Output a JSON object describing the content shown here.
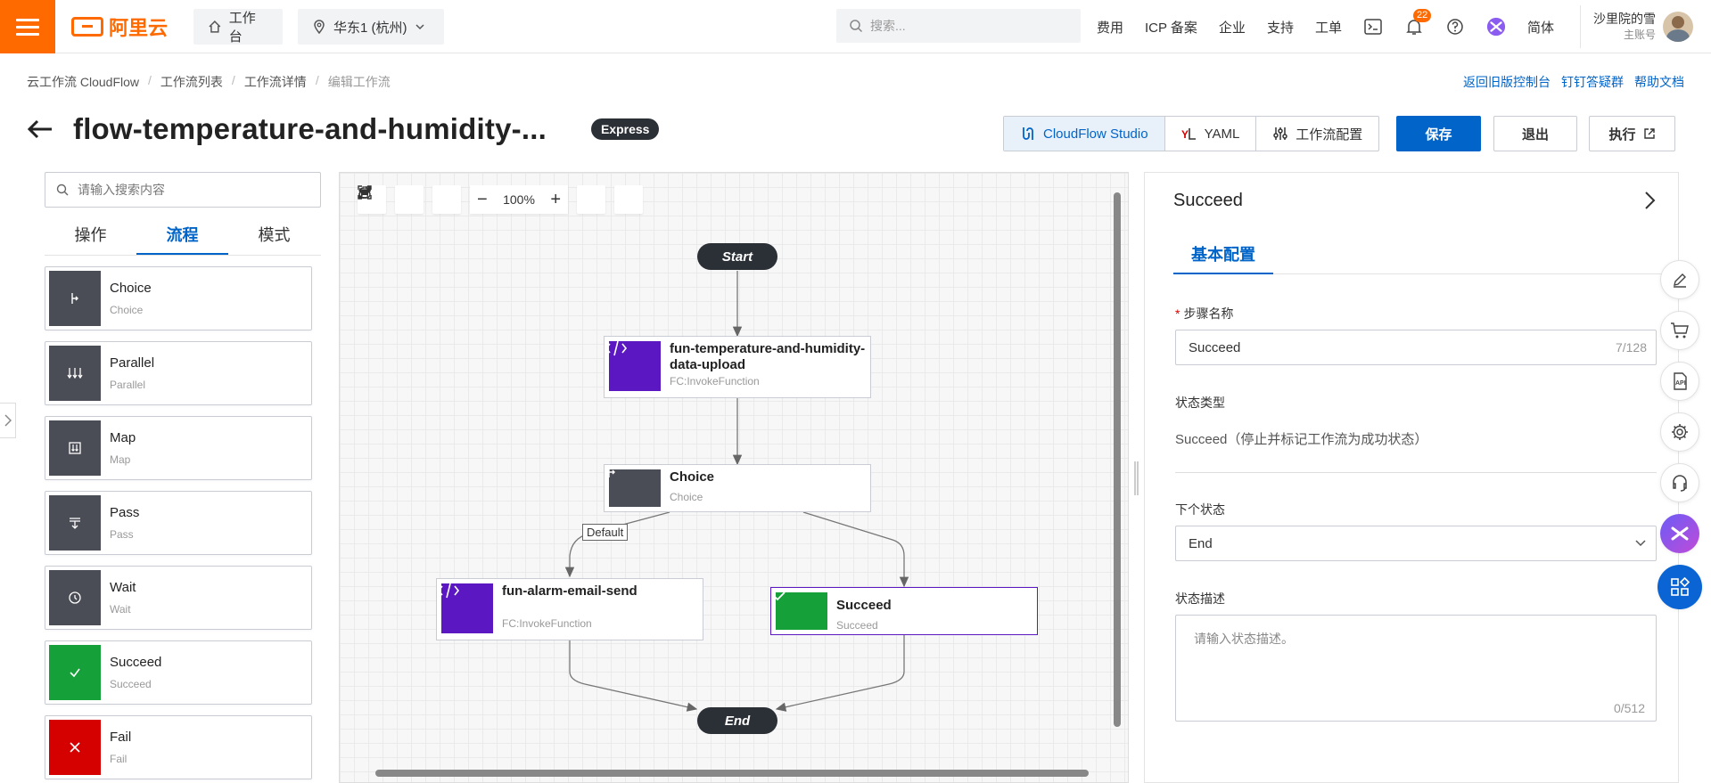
{
  "topbar": {
    "logo_text": "阿里云",
    "workbench": "工作台",
    "region": "华东1 (杭州)",
    "search_placeholder": "搜索...",
    "links": [
      "费用",
      "ICP 备案",
      "企业",
      "支持",
      "工单"
    ],
    "notification_count": "22",
    "language": "简体",
    "user_name": "沙里院的雪",
    "user_role": "主账号"
  },
  "breadcrumb": {
    "items": [
      "云工作流 CloudFlow",
      "工作流列表",
      "工作流详情",
      "编辑工作流"
    ]
  },
  "header_links": [
    "返回旧版控制台",
    "钉钉答疑群",
    "帮助文档"
  ],
  "page": {
    "title": "flow-temperature-and-humidity-...",
    "badge": "Express"
  },
  "toolbar_buttons": {
    "studio": "CloudFlow Studio",
    "yaml": "YAML",
    "config": "工作流配置",
    "save": "保存",
    "exit": "退出",
    "run": "执行"
  },
  "left_panel": {
    "search_placeholder": "请输入搜索内容",
    "tabs": [
      "操作",
      "流程",
      "模式"
    ],
    "active_tab": 1,
    "steps": [
      {
        "name": "Choice",
        "sub": "Choice",
        "icon": "branch-icon",
        "color": "#4a4d55"
      },
      {
        "name": "Parallel",
        "sub": "Parallel",
        "icon": "parallel-icon",
        "color": "#4a4d55"
      },
      {
        "name": "Map",
        "sub": "Map",
        "icon": "map-icon",
        "color": "#4a4d55"
      },
      {
        "name": "Pass",
        "sub": "Pass",
        "icon": "pass-icon",
        "color": "#4a4d55"
      },
      {
        "name": "Wait",
        "sub": "Wait",
        "icon": "clock-icon",
        "color": "#4a4d55"
      },
      {
        "name": "Succeed",
        "sub": "Succeed",
        "icon": "check-icon",
        "color": "#15a03a"
      },
      {
        "name": "Fail",
        "sub": "Fail",
        "icon": "x-icon",
        "color": "#d50000"
      }
    ]
  },
  "canvas": {
    "zoom": "100%",
    "start_label": "Start",
    "end_label": "End",
    "default_label": "Default",
    "nodes": {
      "upload": {
        "title_line1": "fun-temperature-and-humidity-",
        "title_line2": "data-upload",
        "sub": "FC:InvokeFunction"
      },
      "choice": {
        "title": "Choice",
        "sub": "Choice"
      },
      "alarm": {
        "title": "fun-alarm-email-send",
        "sub": "FC:InvokeFunction"
      },
      "succeed": {
        "title": "Succeed",
        "sub": "Succeed"
      }
    }
  },
  "right_panel": {
    "title": "Succeed",
    "tab": "基本配置",
    "step_name_label": "步骤名称",
    "step_name_value": "Succeed",
    "step_name_count": "7/128",
    "state_type_label": "状态类型",
    "state_type_value": "Succeed（停止并标记工作流为成功状态）",
    "next_state_label": "下个状态",
    "next_state_value": "End",
    "desc_label": "状态描述",
    "desc_placeholder": "请输入状态描述。",
    "desc_count": "0/512"
  },
  "colors": {
    "brand": "#ff6a00",
    "primary": "#0064c8",
    "function": "#5b17c2",
    "success": "#15a03a",
    "fail": "#d50000"
  }
}
